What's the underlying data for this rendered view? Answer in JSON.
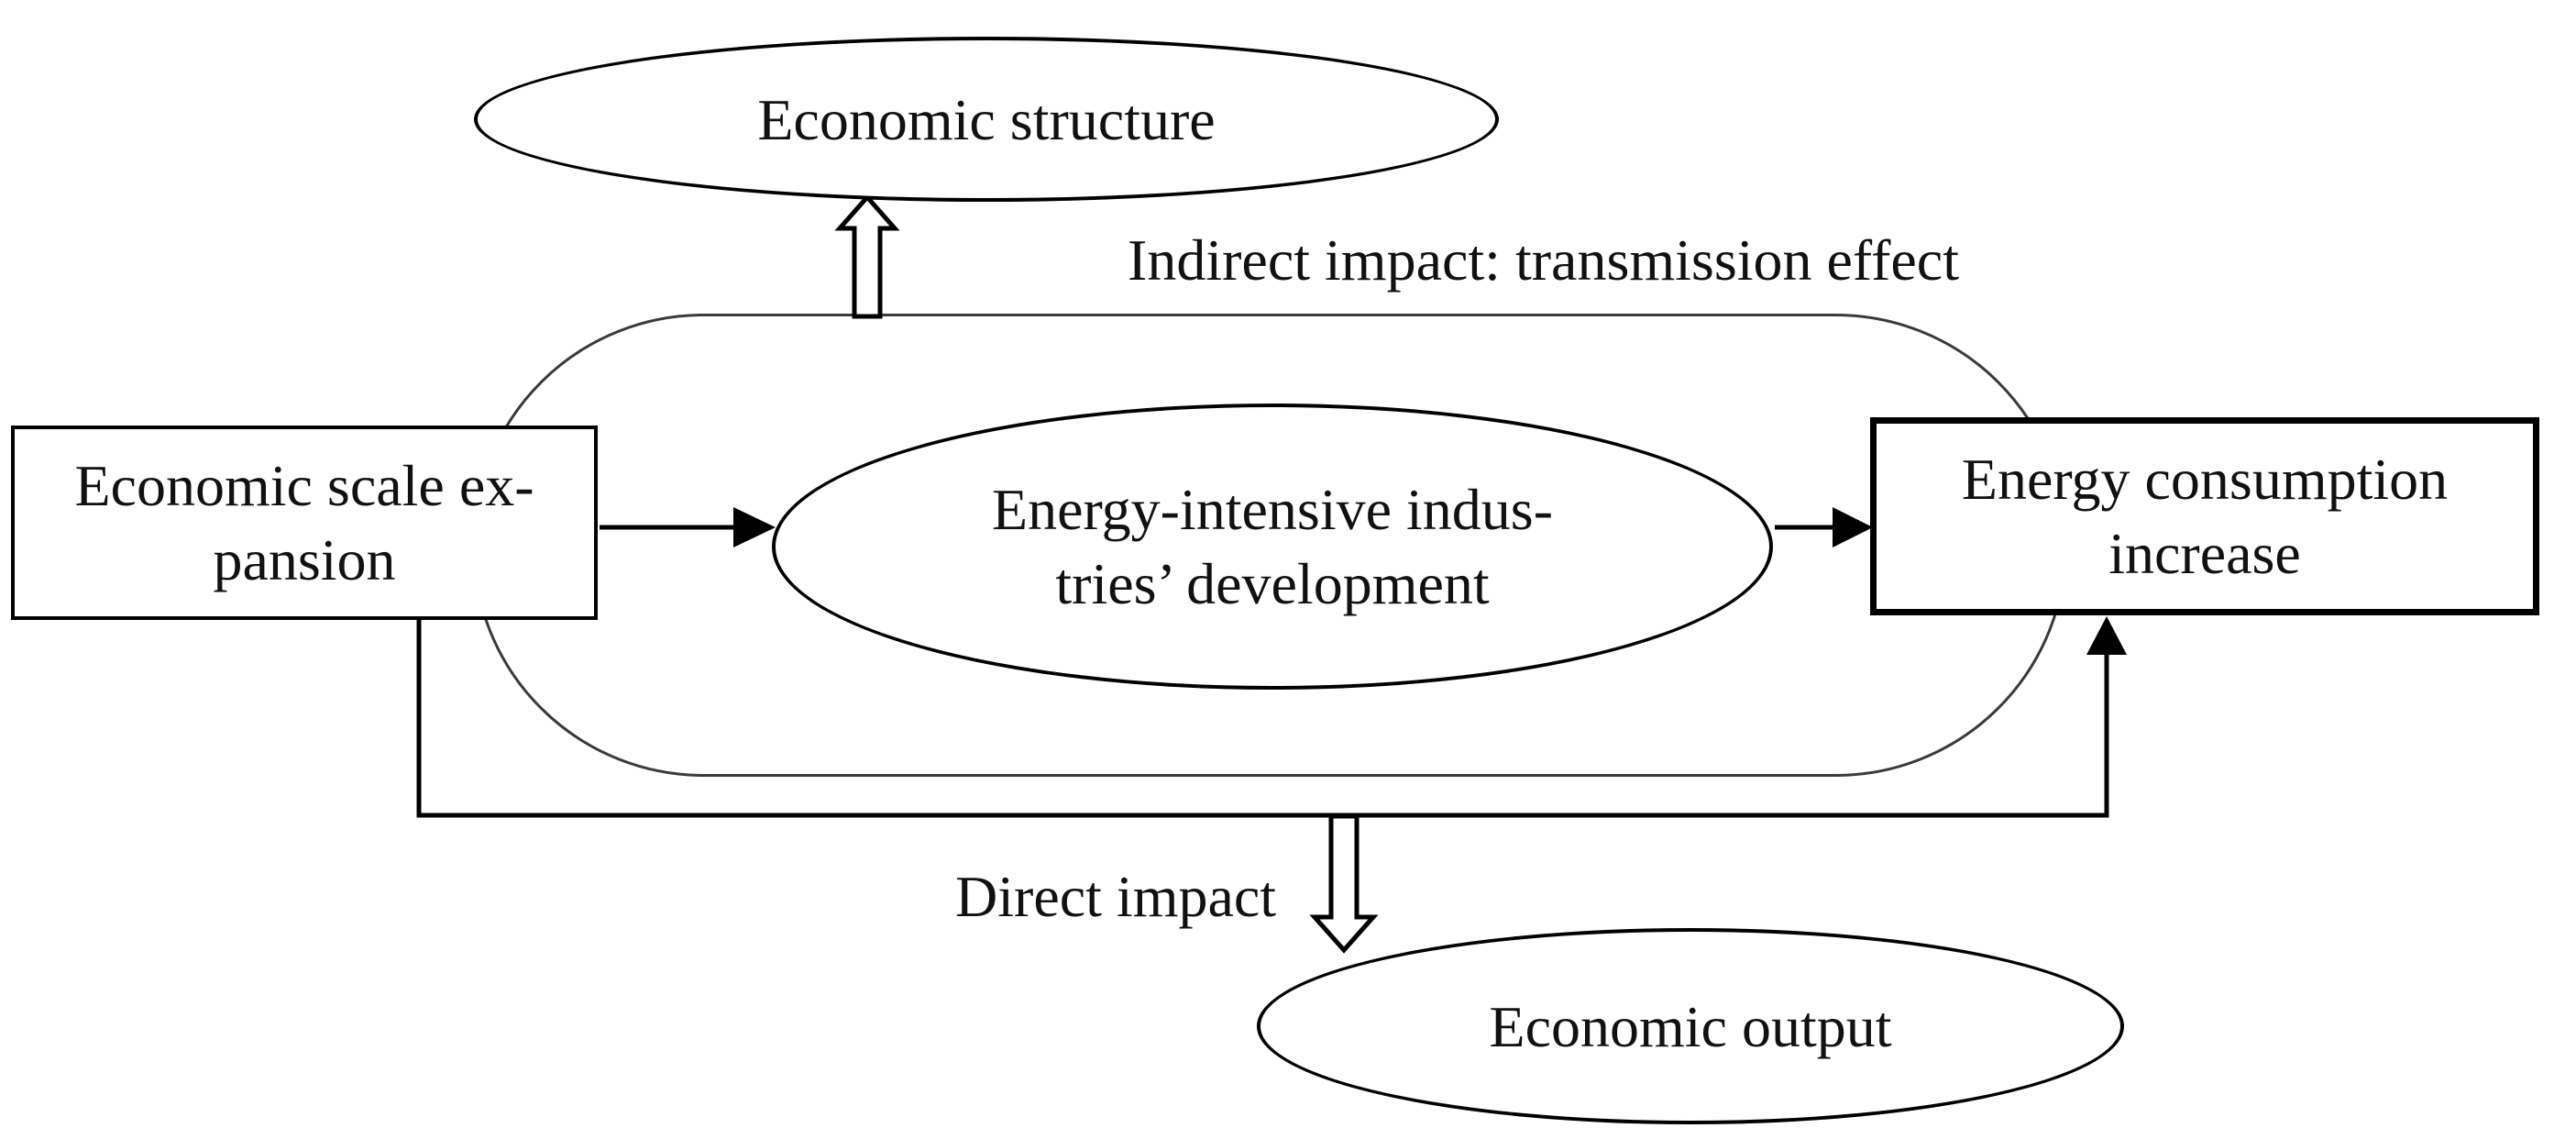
{
  "figure": {
    "title": "Impact mechanism diagram",
    "background_color": "#ffffff",
    "shape_stroke_color": "#000000",
    "container_stroke_color": "#3a3a3a",
    "nodes": {
      "economic_structure": {
        "shape": "ellipse",
        "label": "Economic structure"
      },
      "economic_scale_expansion": {
        "shape": "rectangle",
        "line1": "Economic scale ex-",
        "line2": "pansion"
      },
      "energy_intensive_industries": {
        "shape": "ellipse",
        "line1": "Energy-intensive indus-",
        "line2": "tries’ development"
      },
      "energy_consumption_increase": {
        "shape": "rectangle",
        "line1": "Energy consumption",
        "line2": "increase"
      },
      "economic_output": {
        "shape": "ellipse",
        "label": "Economic output"
      }
    },
    "annotations": {
      "indirect": "Indirect impact: transmission effect",
      "direct": "Direct impact"
    },
    "arrows": [
      {
        "from": "economic_scale_expansion",
        "to": "energy_intensive_industries",
        "style": "solid"
      },
      {
        "from": "energy_intensive_industries",
        "to": "energy_consumption_increase",
        "style": "solid"
      },
      {
        "from": "economic_scale_expansion",
        "to": "energy_consumption_increase",
        "style": "solid-routed-below",
        "meaning": "direct impact path"
      },
      {
        "from": "transmission_container",
        "to": "economic_structure",
        "style": "hollow-up"
      },
      {
        "from": "direct_path",
        "to": "economic_output",
        "style": "hollow-down"
      }
    ]
  }
}
